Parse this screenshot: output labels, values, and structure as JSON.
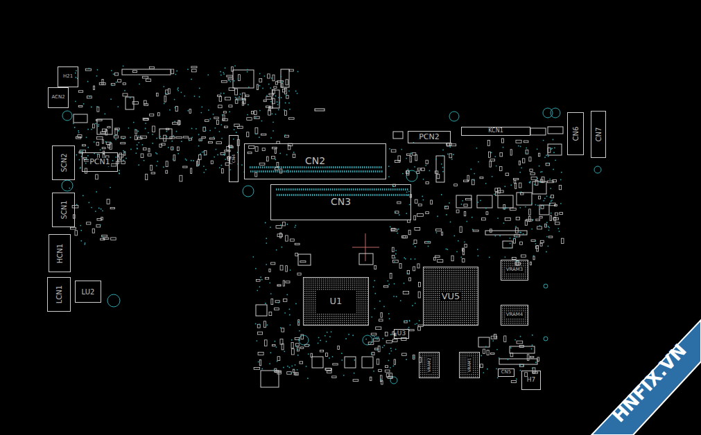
{
  "diagram": {
    "nodes": [
      {
        "text": [
          "H21"
        ]
      },
      {
        "text": [
          "ACN2"
        ]
      },
      {
        "text": [
          "SCN2"
        ]
      },
      {
        "text": [
          "SCN1"
        ]
      },
      {
        "text": [
          "HCN1"
        ]
      },
      {
        "text": [
          "LCN1"
        ]
      },
      {
        "text": [
          "LU2"
        ]
      },
      {
        "text": [
          "PCN1"
        ]
      },
      {
        "text": [
          "CN4"
        ]
      },
      {
        "text": [
          "CN2"
        ]
      },
      {
        "text": [
          "CN3"
        ]
      },
      {
        "text": [
          "PCN2"
        ]
      },
      {
        "text": [
          "KCN1"
        ]
      },
      {
        "text": [
          "CN6"
        ]
      },
      {
        "text": [
          "CN7"
        ]
      },
      {
        "text": [
          "U1"
        ]
      },
      {
        "text": [
          "VU5"
        ]
      },
      {
        "text": [
          "VRAM3"
        ]
      },
      {
        "text": [
          "VRAM4"
        ]
      },
      {
        "text": [
          "VRAM2"
        ]
      },
      {
        "text": [
          "VRAM1"
        ]
      },
      {
        "text": [
          "U3"
        ]
      },
      {
        "text": [
          "CN5"
        ]
      },
      {
        "text": [
          "H7"
        ]
      }
    ],
    "labels": [
      "HNFIX.VN"
    ]
  }
}
